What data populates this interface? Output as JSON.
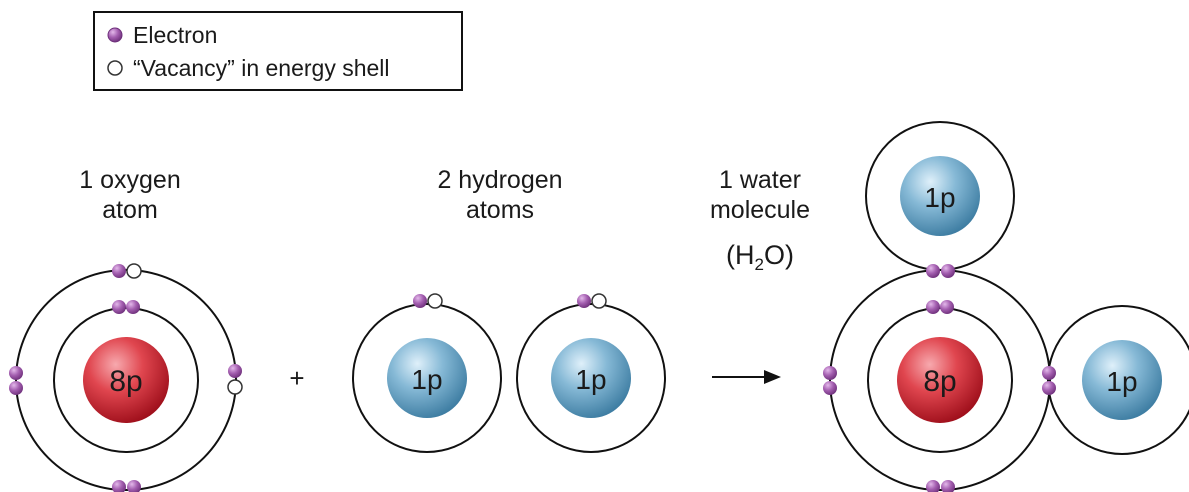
{
  "legend": {
    "electron_label": "Electron",
    "vacancy_label": "“Vacancy” in energy shell"
  },
  "labels": {
    "oxygen_line1": "1 oxygen",
    "oxygen_line2": "atom",
    "hydrogen_line1": "2 hydrogen",
    "hydrogen_line2": "atoms",
    "water_line1": "1 water",
    "water_line2": "molecule",
    "water_formula_open": "(H",
    "water_formula_sub": "2",
    "water_formula_close": "O)",
    "plus": "+",
    "arrow": "→"
  },
  "nuclei": {
    "oxygen": "8p",
    "hydrogen": "1p"
  },
  "colors": {
    "electron": "#9b5ba6",
    "vacancy": "#ffffff",
    "oxygen_nucleus": "#d8323c",
    "hydrogen_nucleus": "#6fa6c7",
    "orbit": "#111111"
  }
}
